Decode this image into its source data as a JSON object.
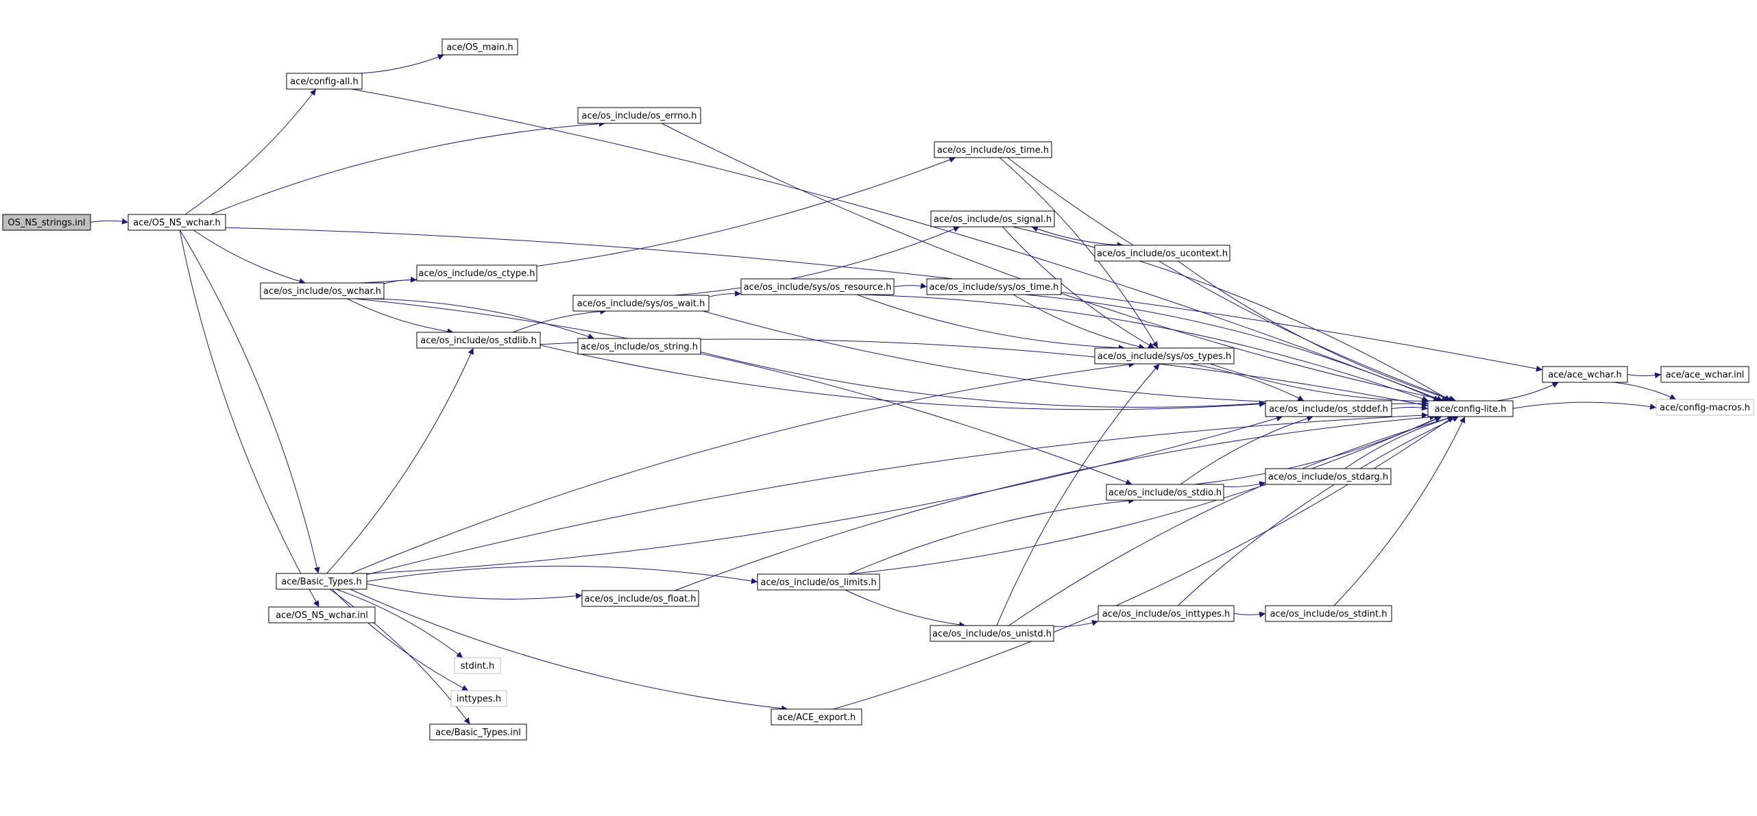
{
  "graph": {
    "nodes": [
      {
        "id": "OS_NS_strings_inl",
        "label": "OS_NS_strings.inl",
        "kind": "root"
      },
      {
        "id": "OS_NS_wchar_h",
        "label": "ace/OS_NS_wchar.h",
        "kind": "normal"
      },
      {
        "id": "config_all_h",
        "label": "ace/config-all.h",
        "kind": "normal"
      },
      {
        "id": "OS_main_h",
        "label": "ace/OS_main.h",
        "kind": "normal"
      },
      {
        "id": "os_errno_h",
        "label": "ace/os_include/os_errno.h",
        "kind": "normal"
      },
      {
        "id": "os_time_h",
        "label": "ace/os_include/os_time.h",
        "kind": "normal"
      },
      {
        "id": "os_signal_h",
        "label": "ace/os_include/os_signal.h",
        "kind": "normal"
      },
      {
        "id": "os_ucontext_h",
        "label": "ace/os_include/os_ucontext.h",
        "kind": "normal"
      },
      {
        "id": "os_wchar_h",
        "label": "ace/os_include/os_wchar.h",
        "kind": "normal"
      },
      {
        "id": "os_ctype_h",
        "label": "ace/os_include/os_ctype.h",
        "kind": "normal"
      },
      {
        "id": "sys_os_wait_h",
        "label": "ace/os_include/sys/os_wait.h",
        "kind": "normal"
      },
      {
        "id": "sys_os_resource_h",
        "label": "ace/os_include/sys/os_resource.h",
        "kind": "normal"
      },
      {
        "id": "sys_os_time_h",
        "label": "ace/os_include/sys/os_time.h",
        "kind": "normal"
      },
      {
        "id": "os_stdlib_h",
        "label": "ace/os_include/os_stdlib.h",
        "kind": "normal"
      },
      {
        "id": "os_string_h",
        "label": "ace/os_include/os_string.h",
        "kind": "normal"
      },
      {
        "id": "sys_os_types_h",
        "label": "ace/os_include/sys/os_types.h",
        "kind": "normal"
      },
      {
        "id": "os_stddef_h",
        "label": "ace/os_include/os_stddef.h",
        "kind": "normal"
      },
      {
        "id": "config_lite_h",
        "label": "ace/config-lite.h",
        "kind": "normal"
      },
      {
        "id": "ace_wchar_h",
        "label": "ace/ace_wchar.h",
        "kind": "normal"
      },
      {
        "id": "ace_wchar_inl",
        "label": "ace/ace_wchar.inl",
        "kind": "normal"
      },
      {
        "id": "config_macros_h",
        "label": "ace/config-macros.h",
        "kind": "external"
      },
      {
        "id": "os_stdio_h",
        "label": "ace/os_include/os_stdio.h",
        "kind": "normal"
      },
      {
        "id": "os_stdarg_h",
        "label": "ace/os_include/os_stdarg.h",
        "kind": "normal"
      },
      {
        "id": "Basic_Types_h",
        "label": "ace/Basic_Types.h",
        "kind": "normal"
      },
      {
        "id": "OS_NS_wchar_inl",
        "label": "ace/OS_NS_wchar.inl",
        "kind": "normal"
      },
      {
        "id": "os_limits_h",
        "label": "ace/os_include/os_limits.h",
        "kind": "normal"
      },
      {
        "id": "os_float_h",
        "label": "ace/os_include/os_float.h",
        "kind": "normal"
      },
      {
        "id": "os_unistd_h",
        "label": "ace/os_include/os_unistd.h",
        "kind": "normal"
      },
      {
        "id": "os_inttypes_h",
        "label": "ace/os_include/os_inttypes.h",
        "kind": "normal"
      },
      {
        "id": "os_stdint_h",
        "label": "ace/os_include/os_stdint.h",
        "kind": "normal"
      },
      {
        "id": "stdint_h",
        "label": "stdint.h",
        "kind": "external"
      },
      {
        "id": "inttypes_h",
        "label": "inttypes.h",
        "kind": "external"
      },
      {
        "id": "Basic_Types_inl",
        "label": "ace/Basic_Types.inl",
        "kind": "normal"
      },
      {
        "id": "ACE_export_h",
        "label": "ace/ACE_export.h",
        "kind": "normal"
      }
    ],
    "edges": [
      [
        "OS_NS_strings_inl",
        "OS_NS_wchar_h"
      ],
      [
        "OS_NS_wchar_h",
        "config_all_h"
      ],
      [
        "OS_NS_wchar_h",
        "os_errno_h"
      ],
      [
        "OS_NS_wchar_h",
        "os_wchar_h"
      ],
      [
        "OS_NS_wchar_h",
        "Basic_Types_h"
      ],
      [
        "OS_NS_wchar_h",
        "OS_NS_wchar_inl"
      ],
      [
        "OS_NS_wchar_h",
        "ace_wchar_h"
      ],
      [
        "config_all_h",
        "OS_main_h"
      ],
      [
        "config_all_h",
        "config_lite_h"
      ],
      [
        "os_errno_h",
        "config_lite_h"
      ],
      [
        "os_wchar_h",
        "os_ctype_h"
      ],
      [
        "os_wchar_h",
        "os_stdlib_h"
      ],
      [
        "os_wchar_h",
        "os_string_h"
      ],
      [
        "os_wchar_h",
        "os_time_h"
      ],
      [
        "os_wchar_h",
        "os_stdio_h"
      ],
      [
        "os_time_h",
        "config_lite_h"
      ],
      [
        "os_time_h",
        "sys_os_types_h"
      ],
      [
        "os_signal_h",
        "os_ucontext_h"
      ],
      [
        "os_signal_h",
        "config_lite_h"
      ],
      [
        "os_signal_h",
        "sys_os_types_h"
      ],
      [
        "os_ucontext_h",
        "os_signal_h"
      ],
      [
        "os_ucontext_h",
        "config_lite_h"
      ],
      [
        "os_stdlib_h",
        "sys_os_wait_h"
      ],
      [
        "os_stdlib_h",
        "os_stddef_h"
      ],
      [
        "os_stdlib_h",
        "config_lite_h"
      ],
      [
        "sys_os_wait_h",
        "os_signal_h"
      ],
      [
        "sys_os_wait_h",
        "sys_os_resource_h"
      ],
      [
        "sys_os_wait_h",
        "config_lite_h"
      ],
      [
        "sys_os_resource_h",
        "sys_os_time_h"
      ],
      [
        "sys_os_resource_h",
        "sys_os_types_h"
      ],
      [
        "sys_os_resource_h",
        "config_lite_h"
      ],
      [
        "sys_os_time_h",
        "sys_os_types_h"
      ],
      [
        "sys_os_time_h",
        "config_lite_h"
      ],
      [
        "os_string_h",
        "os_stddef_h"
      ],
      [
        "sys_os_types_h",
        "os_stddef_h"
      ],
      [
        "sys_os_types_h",
        "config_lite_h"
      ],
      [
        "os_stddef_h",
        "config_lite_h"
      ],
      [
        "config_lite_h",
        "ace_wchar_h"
      ],
      [
        "config_lite_h",
        "config_macros_h"
      ],
      [
        "ace_wchar_h",
        "ace_wchar_inl"
      ],
      [
        "ace_wchar_h",
        "config_macros_h"
      ],
      [
        "os_stdio_h",
        "os_stdarg_h"
      ],
      [
        "os_stdio_h",
        "os_stddef_h"
      ],
      [
        "os_stdio_h",
        "config_lite_h"
      ],
      [
        "os_stdarg_h",
        "config_lite_h"
      ],
      [
        "Basic_Types_h",
        "os_stdlib_h"
      ],
      [
        "Basic_Types_h",
        "sys_os_types_h"
      ],
      [
        "Basic_Types_h",
        "os_stddef_h"
      ],
      [
        "Basic_Types_h",
        "os_limits_h"
      ],
      [
        "Basic_Types_h",
        "os_float_h"
      ],
      [
        "Basic_Types_h",
        "stdint_h"
      ],
      [
        "Basic_Types_h",
        "inttypes_h"
      ],
      [
        "Basic_Types_h",
        "Basic_Types_inl"
      ],
      [
        "Basic_Types_h",
        "ACE_export_h"
      ],
      [
        "Basic_Types_h",
        "config_lite_h"
      ],
      [
        "os_limits_h",
        "os_unistd_h"
      ],
      [
        "os_limits_h",
        "os_stdio_h"
      ],
      [
        "os_limits_h",
        "config_lite_h"
      ],
      [
        "os_unistd_h",
        "sys_os_types_h"
      ],
      [
        "os_unistd_h",
        "os_inttypes_h"
      ],
      [
        "os_unistd_h",
        "config_lite_h"
      ],
      [
        "os_inttypes_h",
        "os_stdint_h"
      ],
      [
        "os_inttypes_h",
        "config_lite_h"
      ],
      [
        "os_stdint_h",
        "config_lite_h"
      ],
      [
        "os_float_h",
        "config_lite_h"
      ],
      [
        "ACE_export_h",
        "config_lite_h"
      ]
    ]
  },
  "colors": {
    "edge": "#191970",
    "node_border": "#000000",
    "external_border": "#bfbfbf",
    "root_fill": "#bfbfbf",
    "node_fill": "#ffffff"
  }
}
